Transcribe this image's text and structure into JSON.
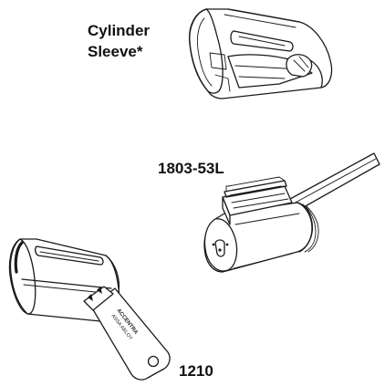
{
  "labels": {
    "sleeve_line1": "Cylinder",
    "sleeve_line2": "Sleeve*",
    "part_1803": "1803-53L",
    "part_1210": "1210"
  },
  "key_engraving": {
    "brand_line1": "ACCENTRA",
    "brand_line2": "ASSA ABLOY"
  }
}
